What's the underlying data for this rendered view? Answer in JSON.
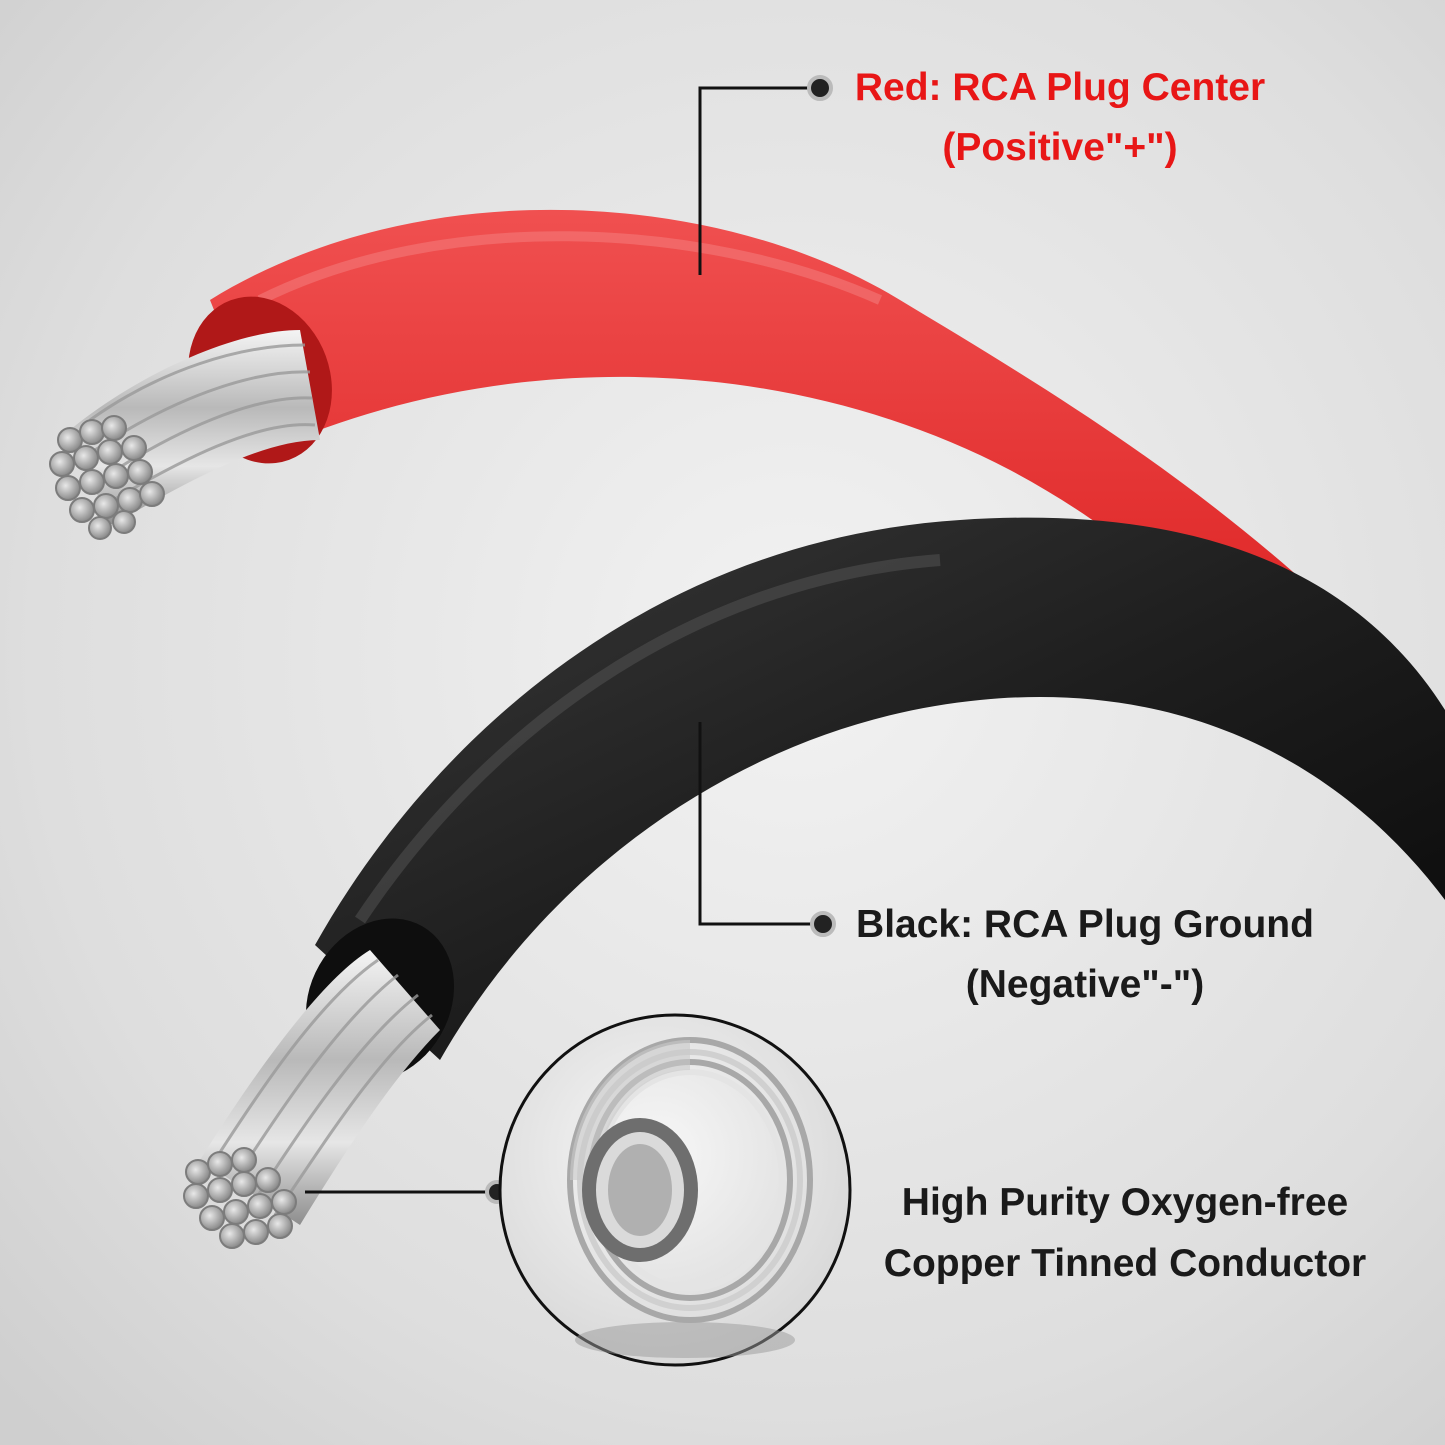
{
  "colors": {
    "background": "#dcdcdc",
    "red_wire": "#e32a2a",
    "black_wire": "#1b1b1b",
    "red_text": "#e81616",
    "dark_text": "#1a1a1a",
    "strand": "#c8c8c8"
  },
  "labels": {
    "red": {
      "line1": "Red: RCA Plug Center",
      "line2": "(Positive\"+\")"
    },
    "black": {
      "line1": "Black: RCA Plug Ground",
      "line2": "(Negative\"-\")"
    },
    "conductor": {
      "line1": "High Purity Oxygen-free",
      "line2": "Copper Tinned Conductor"
    }
  },
  "icons": [
    "red-wire-icon",
    "black-wire-icon",
    "copper-coil-icon"
  ]
}
